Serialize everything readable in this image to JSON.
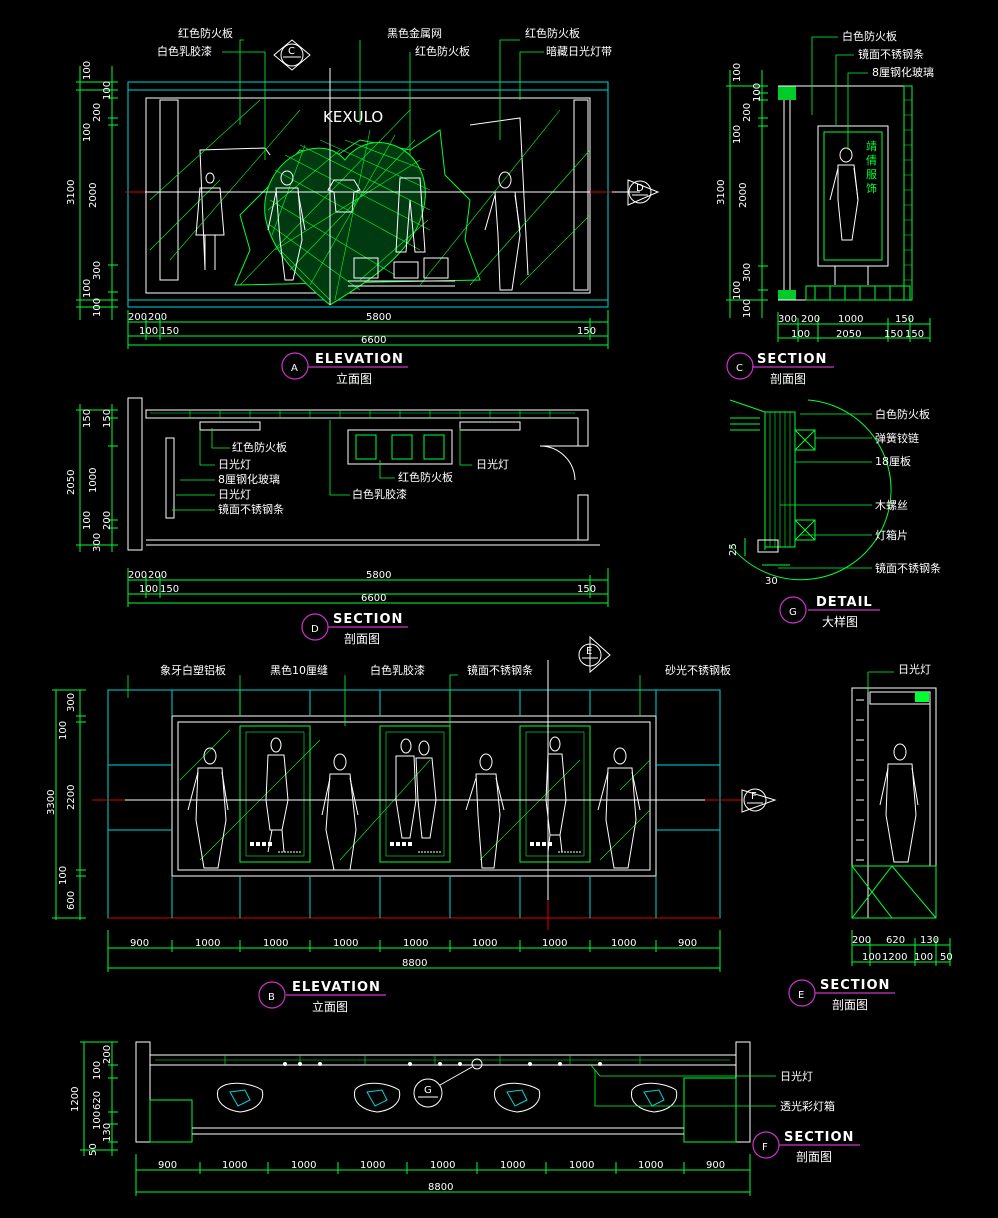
{
  "drawings": {
    "A": {
      "letter": "A",
      "title": "ELEVATION",
      "subtitle": "立面图",
      "brand": "KEXULO",
      "labels": [
        "红色防火板",
        "白色乳胶漆",
        "黑色金属网",
        "红色防火板",
        "红色防火板",
        "暗藏日光灯带"
      ],
      "dims_left": [
        "100",
        "100",
        "200",
        "100",
        "2000",
        "300",
        "100",
        "100"
      ],
      "dim_total_left": "3100",
      "dims_bottom_top": [
        "200",
        "200",
        "5800"
      ],
      "dims_bottom_mid": [
        "100",
        "150",
        "150"
      ],
      "dim_total_bottom": "6600",
      "marker_c": "C",
      "marker_d": "D"
    },
    "C": {
      "letter": "C",
      "title": "SECTION",
      "subtitle": "剖面图",
      "labels": [
        "白色防火板",
        "镜面不锈钢条",
        "8厘钢化玻璃"
      ],
      "poster_text": [
        "靖",
        "倩",
        "服",
        "饰"
      ],
      "dims_left": [
        "100",
        "100",
        "200",
        "100",
        "2000",
        "300",
        "100",
        "100"
      ],
      "dim_total_left": "3100",
      "dims_bottom_top": [
        "300",
        "200",
        "1000",
        "150"
      ],
      "dims_bottom_mid": [
        "100",
        "2050",
        "150",
        "150"
      ]
    },
    "D": {
      "letter": "D",
      "title": "SECTION",
      "subtitle": "剖面图",
      "labels": [
        "红色防火板",
        "日光灯",
        "8厘钢化玻璃",
        "日光灯",
        "镜面不锈钢条",
        "白色乳胶漆",
        "红色防火板",
        "日光灯"
      ],
      "dims_left": [
        "150",
        "150",
        "1000",
        "100",
        "200",
        "300"
      ],
      "dim_total_left": "2050",
      "dims_bottom_top": [
        "200",
        "200",
        "5800"
      ],
      "dims_bottom_mid": [
        "100",
        "150",
        "150"
      ],
      "dim_total_bottom": "6600"
    },
    "G": {
      "letter": "G",
      "title": "DETAIL",
      "subtitle": "大样图",
      "labels": [
        "白色防火板",
        "弹簧铰链",
        "18厘板",
        "木螺丝",
        "灯箱片",
        "镜面不锈钢条"
      ],
      "dims": [
        "25",
        "30"
      ]
    },
    "B": {
      "letter": "B",
      "title": "ELEVATION",
      "subtitle": "立面图",
      "labels": [
        "象牙白塑铝板",
        "黑色10厘缝",
        "白色乳胶漆",
        "镜面不锈钢条",
        "砂光不锈钢板"
      ],
      "dims_left": [
        "300",
        "100",
        "2200",
        "100",
        "600"
      ],
      "dim_total_left": "3300",
      "dims_bottom": [
        "900",
        "1000",
        "1000",
        "1000",
        "1000",
        "1000",
        "1000",
        "1000",
        "900"
      ],
      "dim_total_bottom": "8800",
      "marker_e": "E",
      "marker_f": "F"
    },
    "E": {
      "letter": "E",
      "title": "SECTION",
      "subtitle": "剖面图",
      "labels": [
        "日光灯"
      ],
      "dims_bottom_top": [
        "200",
        "620",
        "130"
      ],
      "dims_bottom_mid": [
        "100",
        "1200",
        "100",
        "50"
      ]
    },
    "F": {
      "letter": "F",
      "title": "SECTION",
      "subtitle": "剖面图",
      "labels": [
        "日光灯",
        "透光彩灯箱"
      ],
      "dims_left": [
        "200",
        "100",
        "620",
        "100",
        "130",
        "50"
      ],
      "dim_total_left": "1200",
      "dims_bottom": [
        "900",
        "1000",
        "1000",
        "1000",
        "1000",
        "1000",
        "1000",
        "1000",
        "900"
      ],
      "dim_total_bottom": "8800",
      "marker_g": "G"
    }
  },
  "colors": {
    "background": "#000000",
    "line": "#00ff33",
    "frame": "#00d6d6",
    "accent": "#e00000",
    "marker": "#cc33cc",
    "text": "#ffffff"
  }
}
